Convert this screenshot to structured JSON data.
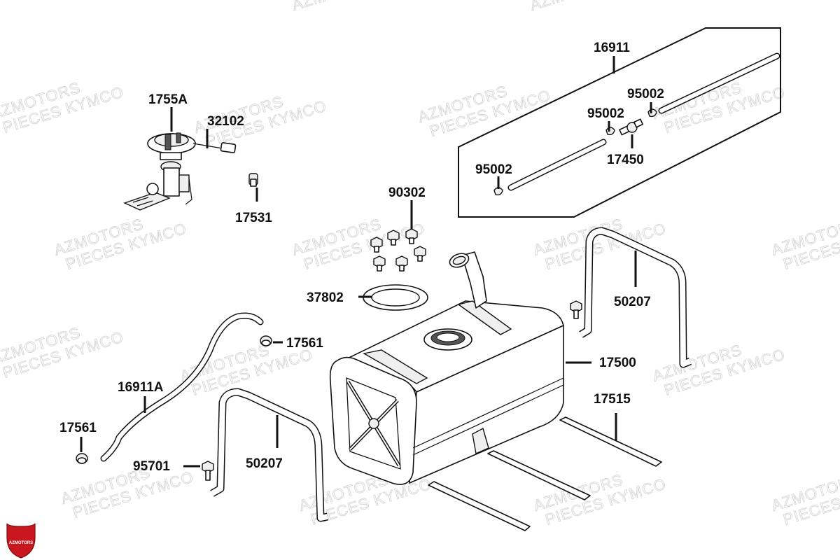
{
  "colors": {
    "ink": "#111111",
    "watermark": "#d6d6d6",
    "logo_red": "#c8171e",
    "background": "#ffffff"
  },
  "watermark": {
    "line1": "AZMOTORS",
    "line2": "PIECES KYMCO"
  },
  "logo": {
    "text": "AZMOTORS",
    "icon": "shield-logo-icon"
  },
  "labels": {
    "p16911": "16911",
    "p95002_a": "95002",
    "p95002_b": "95002",
    "p95002_c": "95002",
    "p17450": "17450",
    "p1755A": "1755A",
    "p32102": "32102",
    "p17531": "17531",
    "p90302": "90302",
    "p37802": "37802",
    "p50207_a": "50207",
    "p50207_b": "50207",
    "p17561_a": "17561",
    "p17561_b": "17561",
    "p17500": "17500",
    "p16911A": "16911A",
    "p17515": "17515",
    "p95701": "95701"
  }
}
